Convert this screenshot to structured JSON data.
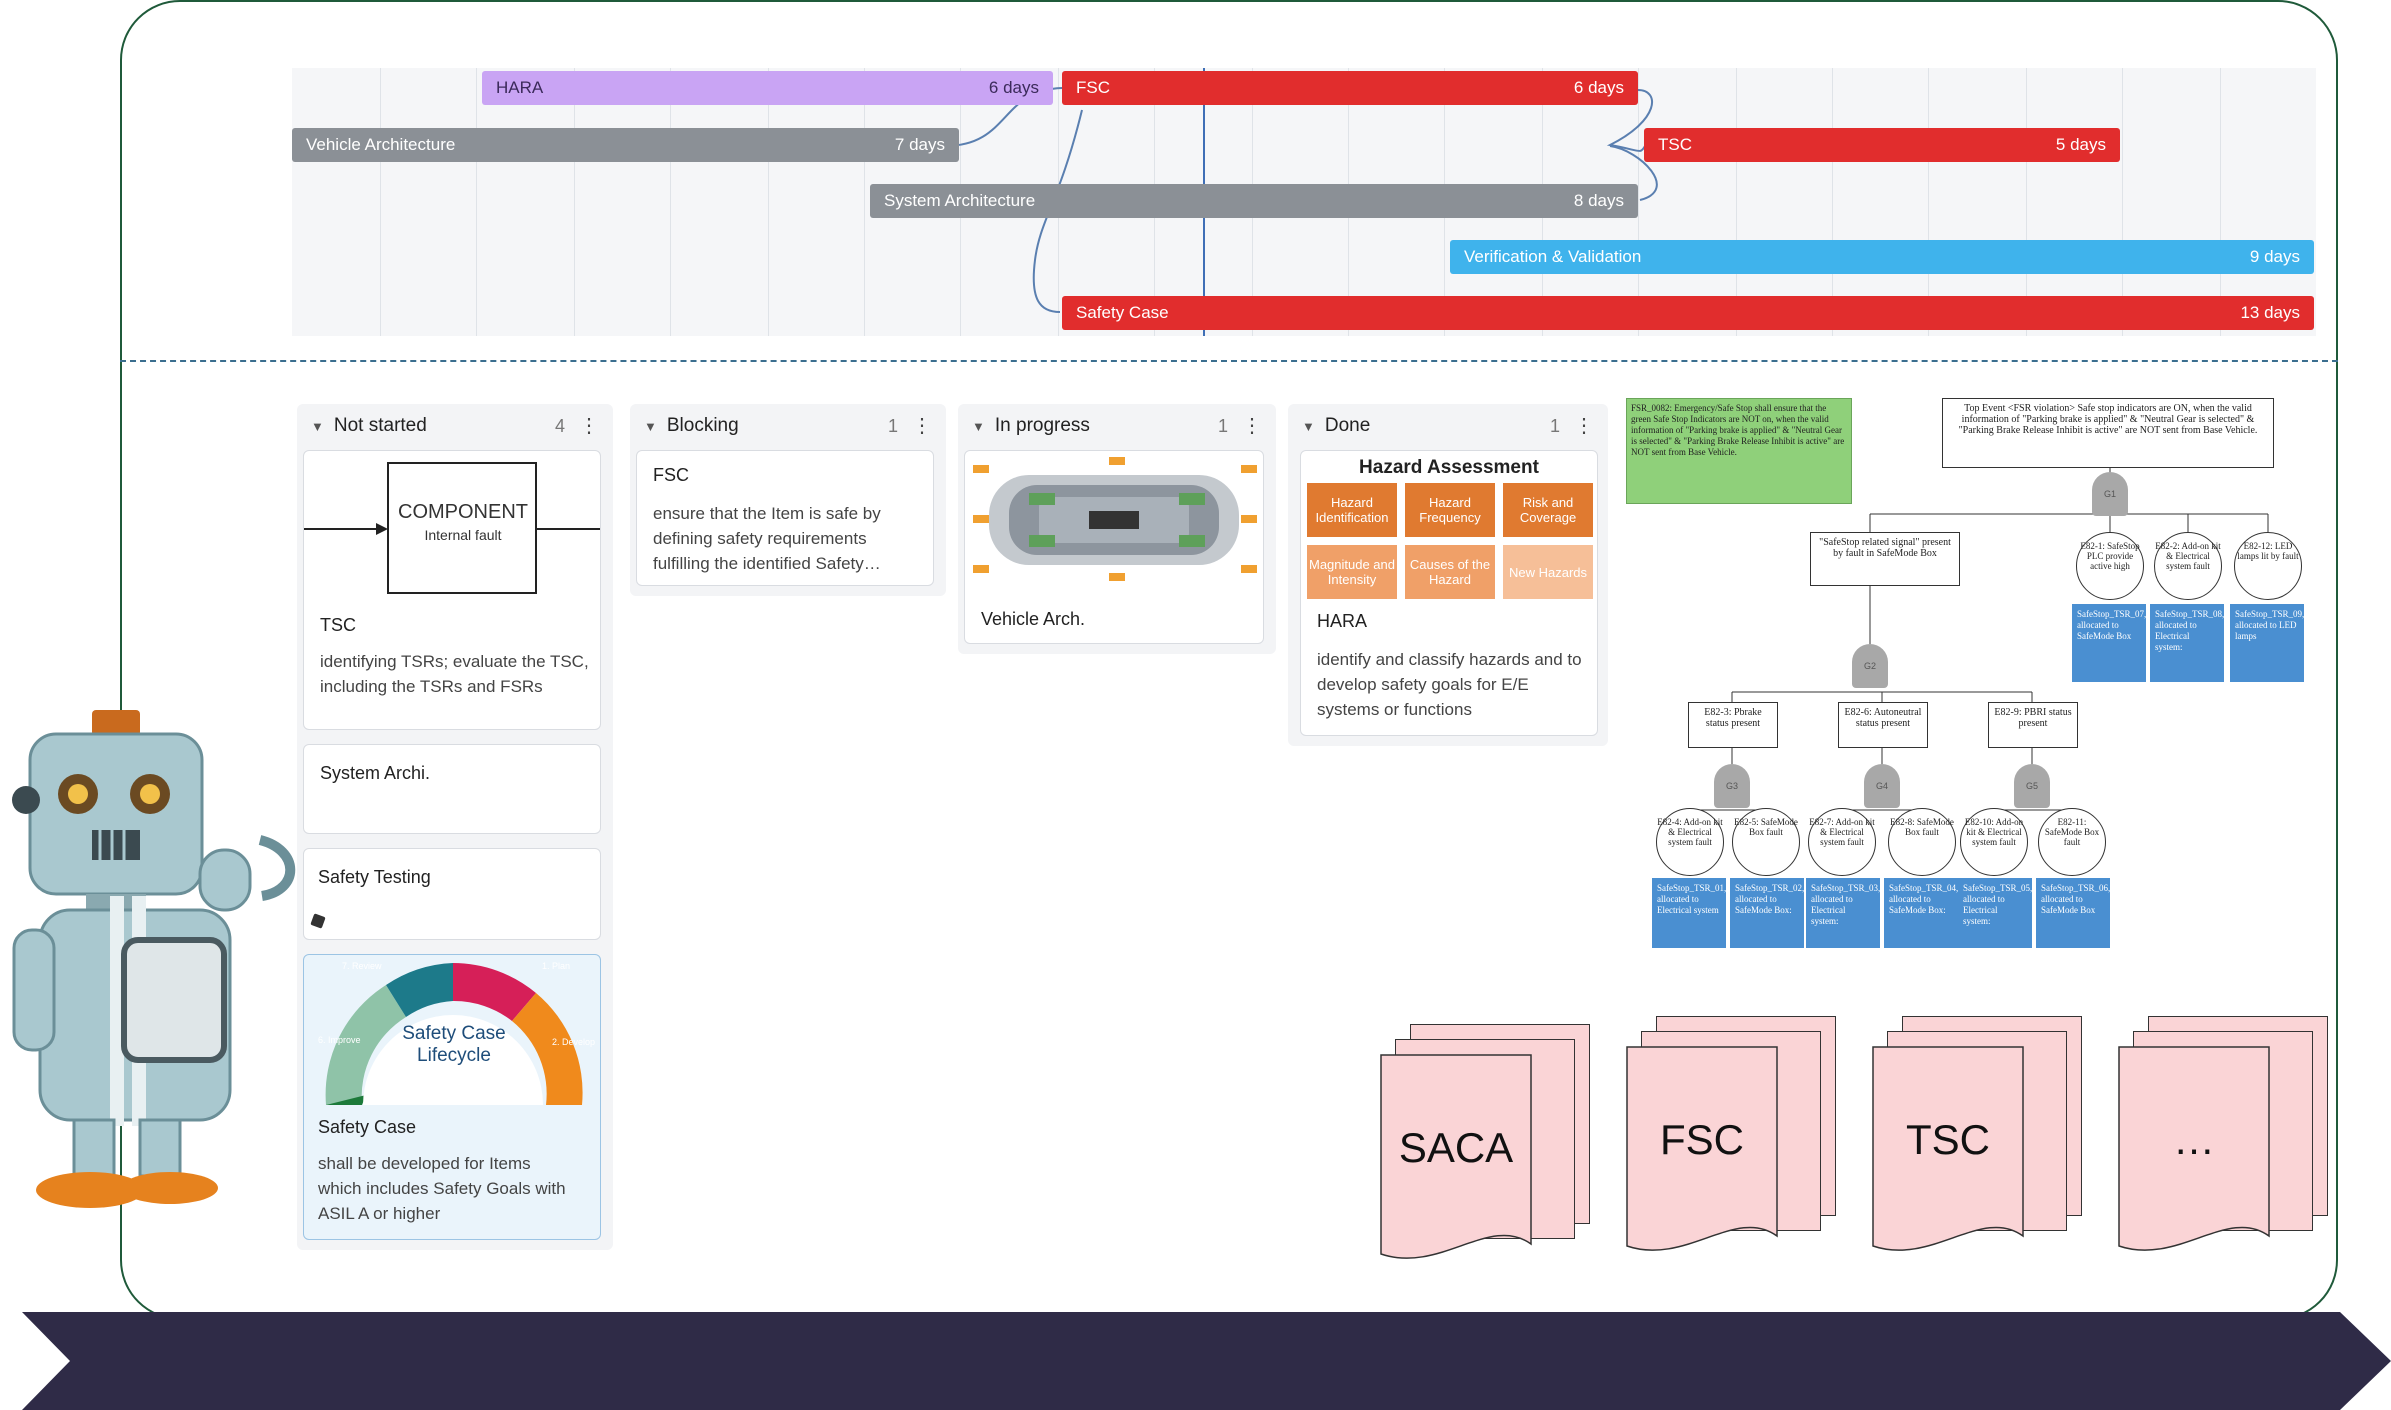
{
  "gantt": {
    "bars": [
      {
        "name": "HARA",
        "duration": "6 days",
        "color": "#c9a4f4"
      },
      {
        "name": "FSC",
        "duration": "6 days",
        "color": "#e12d2d"
      },
      {
        "name": "Vehicle Architecture",
        "duration": "7 days",
        "color": "#8b9096"
      },
      {
        "name": "TSC",
        "duration": "5 days",
        "color": "#e12d2d"
      },
      {
        "name": "System Architecture",
        "duration": "8 days",
        "color": "#8b9096"
      },
      {
        "name": "Verification & Validation",
        "duration": "9 days",
        "color": "#3fb3ec"
      },
      {
        "name": "Safety Case",
        "duration": "13 days",
        "color": "#e12d2d"
      }
    ]
  },
  "board": {
    "columns": [
      {
        "label": "Not started",
        "count": "4"
      },
      {
        "label": "Blocking",
        "count": "1"
      },
      {
        "label": "In progress",
        "count": "1"
      },
      {
        "label": "Done",
        "count": "1"
      }
    ],
    "not_started": {
      "component_label": "COMPONENT",
      "component_sub": "Internal fault",
      "tsc_title": "TSC",
      "tsc_desc": "identifying TSRs; evaluate the TSC, including the TSRs and FSRs",
      "sysarch_title": "System Archi.",
      "safety_testing_title": "Safety Testing",
      "lifecycle_center": "Safety Case Lifecycle",
      "lifecycle_segments": [
        "7. Review",
        "1. Plan",
        "6. Improve",
        "2. Develop"
      ],
      "safety_case_title": "Safety Case",
      "safety_case_desc": "shall be developed for Items which includes Safety Goals with ASIL A or higher"
    },
    "blocking": {
      "title": "FSC",
      "desc": "ensure that the Item is safe by defining safety requirements fulfilling the identified Safety…"
    },
    "in_progress": {
      "title": "Vehicle Arch."
    },
    "done": {
      "hazard_title": "Hazard Assessment",
      "tiles": [
        "Hazard Identification",
        "Hazard Frequency",
        "Risk and Coverage",
        "Magnitude and Intensity",
        "Causes of the Hazard",
        "New Hazards"
      ],
      "title": "HARA",
      "desc": "identify and classify hazards and to develop safety goals for E/E systems or functions"
    }
  },
  "fault_tree": {
    "fsr_note": "FSR_0082: Emergency/Safe Stop shall ensure that the green Safe Stop Indicators are NOT on, when the valid information of \"Parking brake is applied\" & \"Neutral Gear is selected\" & \"Parking Brake Release Inhibit is active\" are NOT sent from Base Vehicle.",
    "top_event": "Top Event <FSR violation> Safe stop indicators are ON, when the valid information of \"Parking brake is applied\" & \"Neutral Gear is selected\" & \"Parking Brake Release Inhibit is active\" are NOT sent from Base Vehicle.",
    "g1": "G1",
    "g2": "G2",
    "g3": "G3",
    "g4": "G4",
    "g5": "G5",
    "safestop_signal": "\"SafeStop related signal\" present by fault in SafeMode Box",
    "e82_1": "E82-1: SafeStop PLC provide active high",
    "e82_2": "E82-2: Add-on kit & Electrical system fault",
    "e82_12": "E82-12: LED lamps lit by fault",
    "tsr_07": "SafeStop_TSR_07, allocated to SafeMode Box",
    "tsr_08": "SafeStop_TSR_08, allocated to Electrical system:",
    "tsr_09": "SafeStop_TSR_09, allocated to LED lamps",
    "e82_3": "E82-3: Pbrake status present",
    "e82_6": "E82-6: Autoneutral status present",
    "e82_9": "E82-9: PBRI status present",
    "e82_4": "E82-4: Add-on kit & Electrical system fault",
    "e82_5": "E82-5: SafeMode Box fault",
    "e82_7": "E82-7: Add-on kit & Electrical system fault",
    "e82_8": "E82-8: SafeMode Box fault",
    "e82_10": "E82-10: Add-on kit & Electrical system fault",
    "e82_11": "E82-11: SafeMode Box fault",
    "tsr_01": "SafeStop_TSR_01, allocated to Electrical system",
    "tsr_02": "SafeStop_TSR_02, allocated to SafeMode Box:",
    "tsr_03": "SafeStop_TSR_03, allocated to Electrical system:",
    "tsr_04": "SafeStop_TSR_04, allocated to SafeMode Box:",
    "tsr_05": "SafeStop_TSR_05, allocated to Electrical system:",
    "tsr_06": "SafeStop_TSR_06, allocated to SafeMode Box"
  },
  "documents": [
    "SACA",
    "FSC",
    "TSC",
    "…"
  ],
  "colors": {
    "frame": "#1f5a3a",
    "banner": "#2f2b47",
    "doc_fill": "#fad4d6",
    "ft_blue": "#4a8fd1",
    "ft_note": "#8fd07a"
  }
}
